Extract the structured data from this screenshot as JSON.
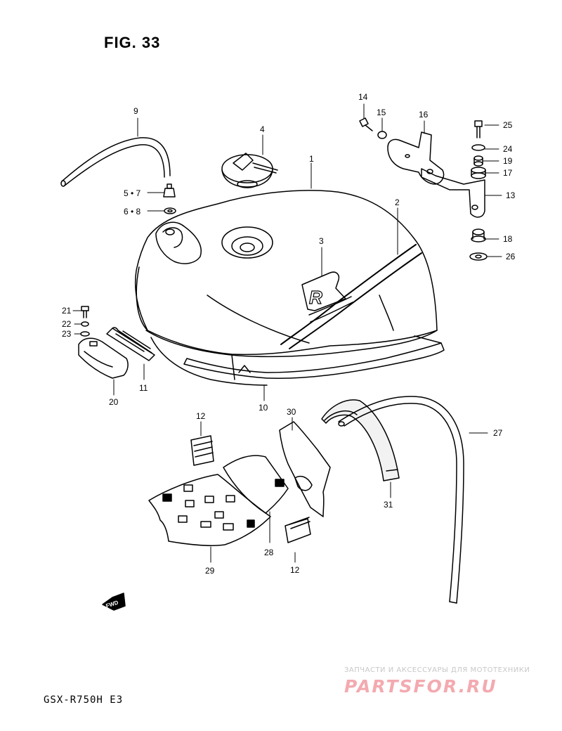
{
  "figure": {
    "title": "FIG. 33"
  },
  "model_code": "GSX-R750H E3",
  "watermark": {
    "line1": "ЗАПЧАСТИ И АКСЕССУАРЫ ДЛЯ МОТОТЕХНИКИ",
    "brand": "PARTSFOR.RU"
  },
  "fwd_label": "FWD",
  "tank_lettering": "R",
  "callouts": {
    "c1": "1",
    "c2": "2",
    "c3": "3",
    "c4": "4",
    "c5_7": "5 • 7",
    "c6_8": "6 • 8",
    "c9": "9",
    "c10": "10",
    "c11": "11",
    "c12a": "12",
    "c12b": "12",
    "c13": "13",
    "c14": "14",
    "c15": "15",
    "c16": "16",
    "c17": "17",
    "c18": "18",
    "c19": "19",
    "c20": "20",
    "c21": "21",
    "c22": "22",
    "c23": "23",
    "c24": "24",
    "c25": "25",
    "c26": "26",
    "c27": "27",
    "c28": "28",
    "c29": "29",
    "c30": "30",
    "c31": "31"
  }
}
